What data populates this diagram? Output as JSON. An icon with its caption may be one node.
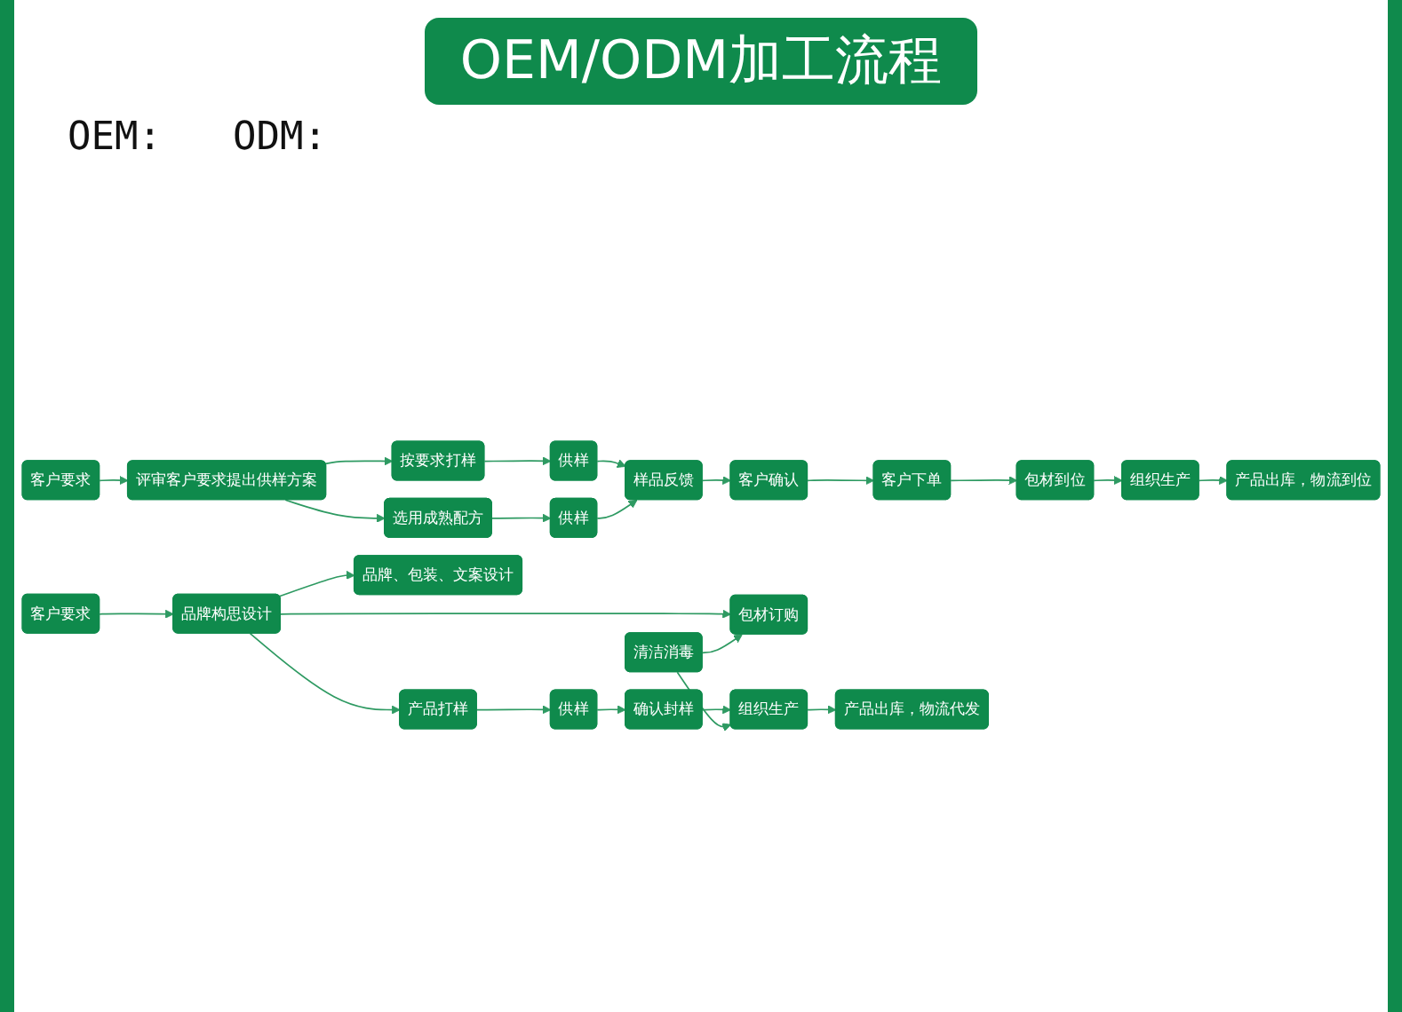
{
  "diagram": {
    "title": "OEM/ODM加工流程",
    "nodes": [
      {
        "text": [
          "客户要求"
        ]
      },
      {
        "text": [
          "评审客户要求提出供样方案"
        ]
      },
      {
        "text": [
          "按要求打样"
        ]
      },
      {
        "text": [
          "选用成熟配方"
        ]
      },
      {
        "text": [
          "供样"
        ]
      },
      {
        "text": [
          "供样"
        ]
      },
      {
        "text": [
          "样品反馈"
        ]
      },
      {
        "text": [
          "客户确认"
        ]
      },
      {
        "text": [
          "客户下单"
        ]
      },
      {
        "text": [
          "包材到位"
        ]
      },
      {
        "text": [
          "组织生产"
        ]
      },
      {
        "text": [
          "产品出库，物流到位"
        ]
      },
      {
        "text": [
          "客户要求"
        ]
      },
      {
        "text": [
          "品牌构思设计"
        ]
      },
      {
        "text": [
          "品牌、包装、文案设计"
        ]
      },
      {
        "text": [
          "产品打样"
        ]
      },
      {
        "text": [
          "包材订购"
        ]
      },
      {
        "text": [
          "供样"
        ]
      },
      {
        "text": [
          "清洁消毒"
        ]
      },
      {
        "text": [
          "确认封样"
        ]
      },
      {
        "text": [
          "组织生产"
        ]
      },
      {
        "text": [
          "产品出库，物流代发"
        ]
      }
    ],
    "edges": [
      {
        "from": 0,
        "to": 1,
        "arrow": "to"
      },
      {
        "from": 1,
        "to": 2,
        "arrow": "to"
      },
      {
        "from": 1,
        "to": 3,
        "arrow": "to"
      },
      {
        "from": 2,
        "to": 4,
        "arrow": "to"
      },
      {
        "from": 3,
        "to": 5,
        "arrow": "to"
      },
      {
        "from": 4,
        "to": 6,
        "arrow": "to"
      },
      {
        "from": 5,
        "to": 6,
        "arrow": "to"
      },
      {
        "from": 6,
        "to": 7,
        "arrow": "to"
      },
      {
        "from": 7,
        "to": 8,
        "arrow": "to"
      },
      {
        "from": 8,
        "to": 9,
        "arrow": "to"
      },
      {
        "from": 9,
        "to": 10,
        "arrow": "to"
      },
      {
        "from": 10,
        "to": 11,
        "arrow": "to"
      },
      {
        "from": 12,
        "to": 13,
        "arrow": "to"
      },
      {
        "from": 13,
        "to": 14,
        "arrow": "to"
      },
      {
        "from": 13,
        "to": 15,
        "arrow": "to"
      },
      {
        "from": 13,
        "to": 16,
        "arrow": "to"
      },
      {
        "from": 15,
        "to": 17,
        "arrow": "to"
      },
      {
        "from": 17,
        "to": 19,
        "arrow": "to"
      },
      {
        "from": 19,
        "to": 20,
        "arrow": "to"
      },
      {
        "from": 18,
        "to": 16,
        "arrow": "to"
      },
      {
        "from": 18,
        "to": 20,
        "arrow": "to"
      },
      {
        "from": 20,
        "to": 21,
        "arrow": "to"
      }
    ],
    "labels": [
      "OEM:",
      "ODM:"
    ]
  }
}
